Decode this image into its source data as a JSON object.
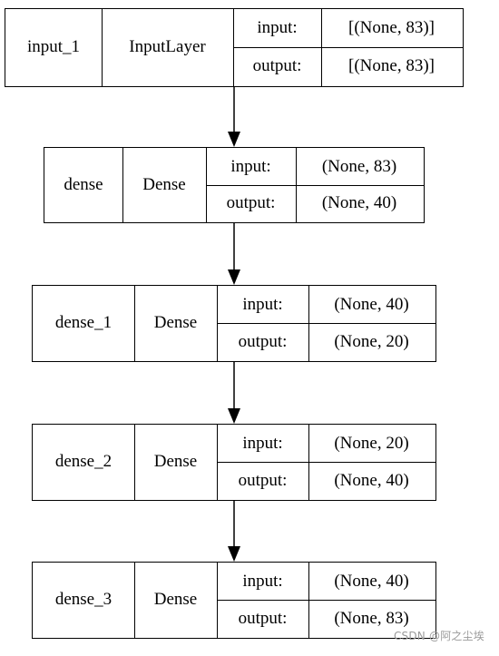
{
  "layers": [
    {
      "name": "input_1",
      "type": "InputLayer",
      "input_label": "input:",
      "input_shape": "[(None, 83)]",
      "output_label": "output:",
      "output_shape": "[(None, 83)]"
    },
    {
      "name": "dense",
      "type": "Dense",
      "input_label": "input:",
      "input_shape": "(None, 83)",
      "output_label": "output:",
      "output_shape": "(None, 40)"
    },
    {
      "name": "dense_1",
      "type": "Dense",
      "input_label": "input:",
      "input_shape": "(None, 40)",
      "output_label": "output:",
      "output_shape": "(None, 20)"
    },
    {
      "name": "dense_2",
      "type": "Dense",
      "input_label": "input:",
      "input_shape": "(None, 20)",
      "output_label": "output:",
      "output_shape": "(None, 40)"
    },
    {
      "name": "dense_3",
      "type": "Dense",
      "input_label": "input:",
      "input_shape": "(None, 40)",
      "output_label": "output:",
      "output_shape": "(None, 83)"
    }
  ],
  "edges": [
    {
      "from": "input_1",
      "to": "dense"
    },
    {
      "from": "dense",
      "to": "dense_1"
    },
    {
      "from": "dense_1",
      "to": "dense_2"
    },
    {
      "from": "dense_2",
      "to": "dense_3"
    }
  ],
  "watermark": "CSDN @阿之尘埃"
}
